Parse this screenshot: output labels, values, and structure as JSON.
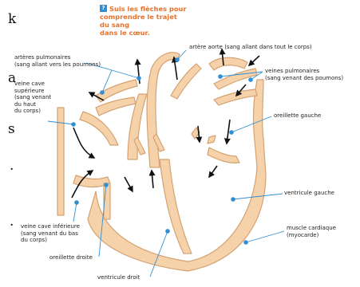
{
  "instruction": {
    "icon": "question-mark-icon",
    "line1": "Suis les flèches pour",
    "line2": "comprendre le trajet du sang",
    "line3": "dans le cœur."
  },
  "fragments": [
    "k",
    "a",
    "s",
    ".",
    "."
  ],
  "labels": {
    "aorte": "artère aorte (sang allant dans tout le corps)",
    "arteres_pulmonaires_1": "artères pulmonaires",
    "arteres_pulmonaires_2": "(sang allant vers les poumons)",
    "veines_pulmonaires_1": "veines pulmonaires",
    "veines_pulmonaires_2": "(sang venant des poumons)",
    "vcs_1": "veine cave",
    "vcs_2": "supérieure",
    "vcs_3": "(sang venant",
    "vcs_4": "du haut",
    "vcs_5": "du corps)",
    "oreillette_gauche": "oreillette gauche",
    "ventricule_gauche": "ventricule gauche",
    "vci_1": "veine cave inférieure",
    "vci_2": "(sang venant du bas",
    "vci_3": "du corps)",
    "muscle_1": "muscle cardiaque",
    "muscle_2": "(myocarde)",
    "oreillette_droite": "oreillette droite",
    "ventricule_droit": "ventricule droit"
  },
  "colors": {
    "heart_fill": "#f6d2aa",
    "heart_stroke": "#d4a272",
    "pointer": "#2f8fd2",
    "arrow": "#111111",
    "instruction": "#e8722a"
  }
}
